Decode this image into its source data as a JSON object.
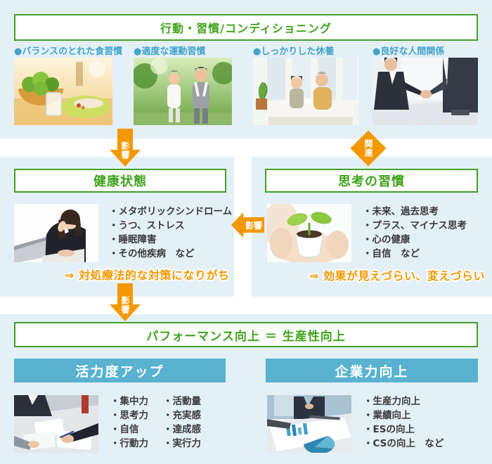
{
  "colors": {
    "panel_bg": "#e4f0f7",
    "green_text": "#3fa31b",
    "green_border": "#43a02a",
    "blue_label": "#42a4c9",
    "teal_bar": "#58b2d0",
    "orange": "#f39800",
    "list_text": "#3a3a3a"
  },
  "top": {
    "title": "行動・習慣/コンディショニング",
    "habits": [
      {
        "label": "●バランスのとれた食習慣",
        "photo": "balanced-diet-photo"
      },
      {
        "label": "●適度な運動習慣",
        "photo": "exercise-photo"
      },
      {
        "label": "●しっかりした休養",
        "photo": "rest-photo"
      },
      {
        "label": "●良好な人間関係",
        "photo": "relationships-photo"
      }
    ]
  },
  "arrows": {
    "top_influence": "影響",
    "relation": "関連",
    "side_influence": "影響",
    "mid_influence": "影響"
  },
  "health": {
    "title": "健康状態",
    "items": [
      "・メタボリックシンドローム",
      "・うつ、ストレス",
      "・睡眠障害",
      "・その他疾病　など"
    ],
    "note": "⇒ 対処療法的な対策になりがち"
  },
  "thinking": {
    "title": "思考の習慣",
    "items": [
      "・未来、過去思考",
      "・プラス、マイナス思考",
      "・心の健康",
      "・自信　など"
    ],
    "note": "⇒ 効果が見えづらい、変えづらい"
  },
  "performance": {
    "title": "パフォーマンス向上 ＝ 生産性向上"
  },
  "vitality": {
    "title": "活力度アップ",
    "items_col1": [
      "・集中力",
      "・思考力",
      "・自信",
      "・行動力"
    ],
    "items_col2": [
      "・活動量",
      "・充実感",
      "・達成感",
      "・実行力"
    ]
  },
  "corporate": {
    "title": "企業力向上",
    "items": [
      "・生産力向上",
      "・業績向上",
      "・ESの向上",
      "・CSの向上　など"
    ]
  }
}
